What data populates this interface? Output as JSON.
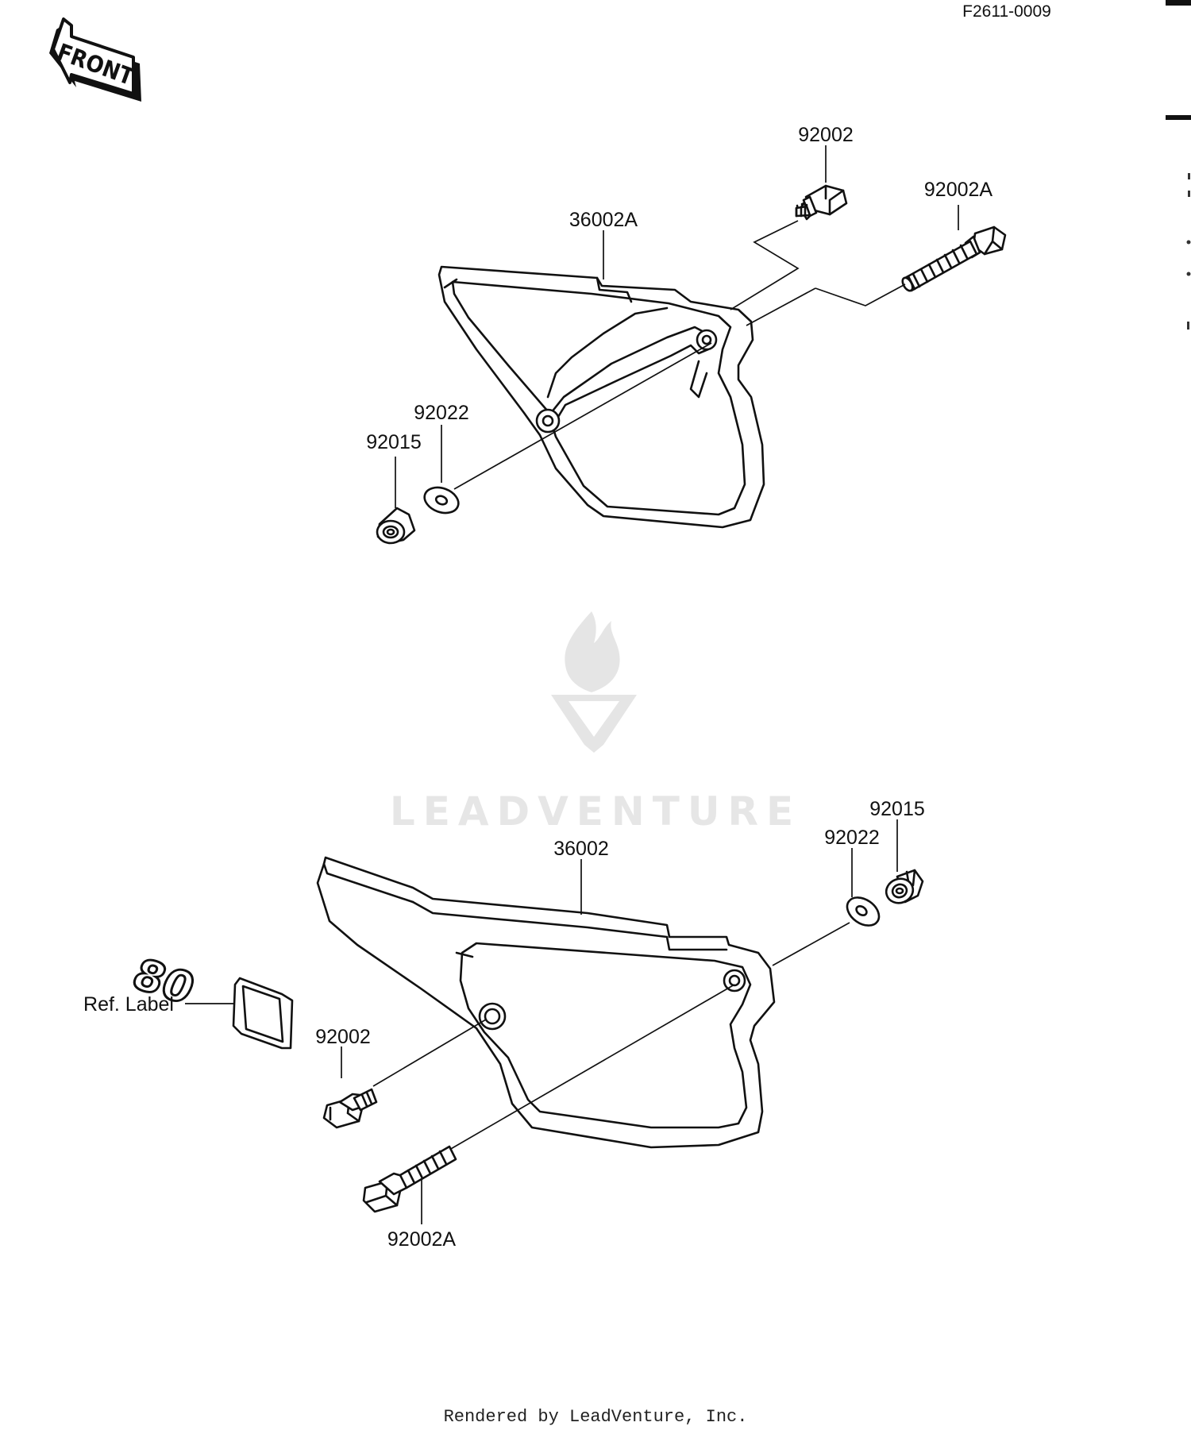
{
  "figure_code": "F2611-0009",
  "front_arrow": {
    "label": "FRONT",
    "icon": "front-arrow-icon"
  },
  "watermark": {
    "text": "LEADVENTURE",
    "icon": "leadventure-logo-icon"
  },
  "footer": {
    "text": "Rendered by LeadVenture, Inc."
  },
  "upper_assembly": {
    "callouts": {
      "bolt": "92002",
      "long_bolt": "92002A",
      "cover": "36002A",
      "washer": "92022",
      "grommet": "92015"
    }
  },
  "lower_assembly": {
    "callouts": {
      "cover": "36002",
      "washer": "92022",
      "grommet": "92015",
      "ref_label": "Ref. Label",
      "bolt": "92002",
      "long_bolt": "92002A"
    },
    "emblem_text": "80"
  },
  "colors": {
    "line": "#111111",
    "watermark": "#e3e3e3",
    "background": "#ffffff"
  }
}
